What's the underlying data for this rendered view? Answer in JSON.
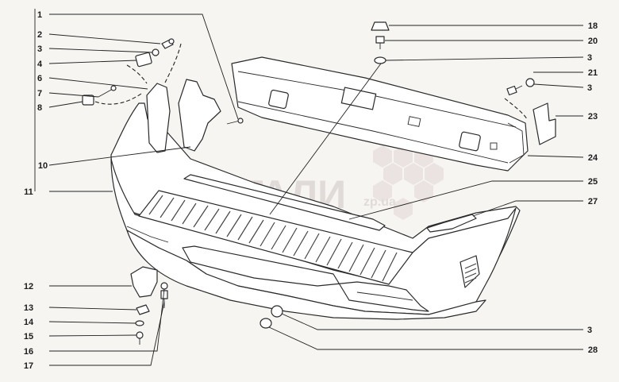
{
  "callouts_left": [
    {
      "number": "1"
    },
    {
      "number": "2"
    },
    {
      "number": "3"
    },
    {
      "number": "4"
    },
    {
      "number": "6"
    },
    {
      "number": "7"
    },
    {
      "number": "8"
    },
    {
      "number": "10"
    },
    {
      "number": "11"
    },
    {
      "number": "12"
    },
    {
      "number": "13"
    },
    {
      "number": "14"
    },
    {
      "number": "15"
    },
    {
      "number": "16"
    },
    {
      "number": "17"
    }
  ],
  "callouts_right": [
    {
      "number": "18"
    },
    {
      "number": "20"
    },
    {
      "number": "3"
    },
    {
      "number": "21"
    },
    {
      "number": "3"
    },
    {
      "number": "23"
    },
    {
      "number": "24"
    },
    {
      "number": "25"
    },
    {
      "number": "27"
    },
    {
      "number": "3"
    },
    {
      "number": "28"
    }
  ],
  "watermark": {
    "text": "ДЕТАЛИ",
    "suffix": "zp.ua",
    "color": "#d9cfcf"
  },
  "colors": {
    "line": "#2a2a2a",
    "background": "#f6f5f2",
    "watermark_logo": "#e6dcdc"
  }
}
